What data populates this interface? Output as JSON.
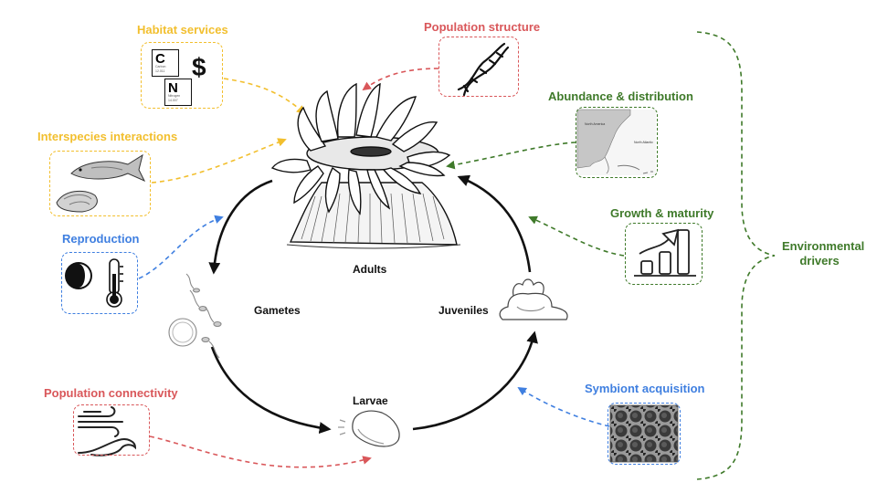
{
  "stages": {
    "adults": "Adults",
    "gametes": "Gametes",
    "larvae": "Larvae",
    "juveniles": "Juveniles"
  },
  "factors": {
    "habitat_services": "Habitat services",
    "interspecies_interactions": "Interspecies interactions",
    "reproduction": "Reproduction",
    "population_connectivity": "Population connectivity",
    "population_structure": "Population structure",
    "abundance_distribution": "Abundance & distribution",
    "growth_maturity": "Growth & maturity",
    "symbiont_acquisition": "Symbiont acquisition"
  },
  "environmental_drivers": "Environmental drivers",
  "elements": {
    "carbon": {
      "symbol": "C",
      "name": "Carbon",
      "mass": "12.011"
    },
    "nitrogen": {
      "symbol": "N",
      "name": "Nitrogen",
      "mass": "14.007"
    },
    "dollar": "$"
  },
  "map_labels": {
    "north_america": "North America",
    "atlantic": "North Atlantic"
  },
  "colors": {
    "habitat_group": "#f2bf2e",
    "population_group": "#d9575a",
    "environment_group": "#3f7a2a",
    "symbiosis_group": "#3f7fe0",
    "cycle_arrows": "#111111"
  },
  "icons": [
    "periodic-element-icon",
    "dollar-icon",
    "fish-icon",
    "oyster-icon",
    "moon-phase-icon",
    "thermometer-icon",
    "wind-icon",
    "wave-icon",
    "dna-icon",
    "map-icon",
    "growth-chart-icon",
    "symbiont-micrograph-icon",
    "anemone-illustration",
    "gametes-illustration",
    "larva-illustration",
    "juvenile-illustration"
  ]
}
